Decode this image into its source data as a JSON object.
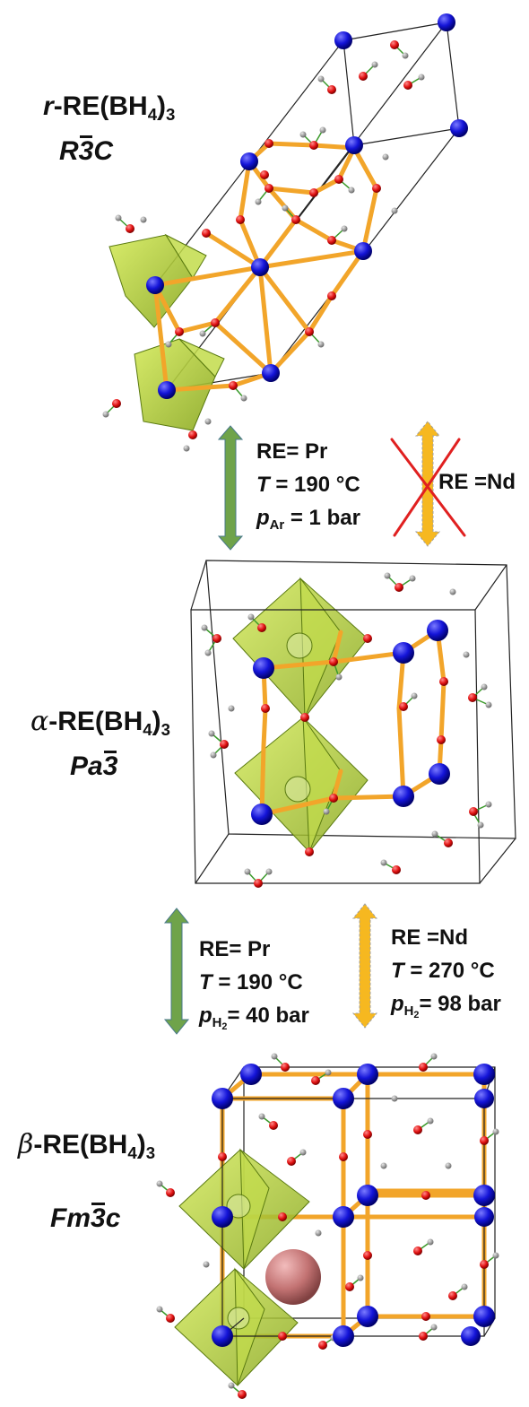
{
  "phases": {
    "r": {
      "prefix": "r",
      "formula": "-RE(BH",
      "sub4": "4",
      "close": ")",
      "sub3": "3",
      "sg_a": "R",
      "sg_bar": "3",
      "sg_b": "C"
    },
    "alpha": {
      "greek": "α",
      "formula": "-RE(BH",
      "sub4": "4",
      "close": ")",
      "sub3": "3",
      "sg_a": "Pa",
      "sg_bar": "3"
    },
    "beta": {
      "greek": "β",
      "formula": "-RE(BH",
      "sub4": "4",
      "close": ")",
      "sub3": "3",
      "sg_a": "Fm",
      "sg_bar": "3",
      "sg_b": "c"
    }
  },
  "transitions": {
    "r_alpha_pr": {
      "re": "RE= Pr",
      "t_sym": "T",
      "t_eq": " = 190 °C",
      "p_sym": "p",
      "p_sub": "Ar",
      "p_eq": " = 1 bar"
    },
    "r_alpha_nd": {
      "re": "RE =Nd",
      "blocked": true
    },
    "alpha_beta_pr": {
      "re": "RE= Pr",
      "t_sym": "T",
      "t_eq": " = 190 °C",
      "p_sym": "p",
      "p_sub": "H",
      "p_sub2": "2",
      "p_eq": "= 40 bar"
    },
    "alpha_beta_nd": {
      "re": "RE =Nd",
      "t_sym": "T",
      "t_eq": " = 270 °C",
      "p_sym": "p",
      "p_sub": "H",
      "p_sub2": "2",
      "p_eq": "= 98 bar"
    }
  },
  "colors": {
    "rare_earth_atom": "#1010d0",
    "boron_atom": "#e01010",
    "hydrogen_atom": "#8a8a8a",
    "bond": "#f2a52a",
    "bh_bond": "#3a9a2a",
    "octahedron": "#a8c82a",
    "arrow_pr": "#6fa34a",
    "arrow_nd": "#f6b820",
    "cross": "#e02020",
    "cavity": "#c06a6a"
  }
}
